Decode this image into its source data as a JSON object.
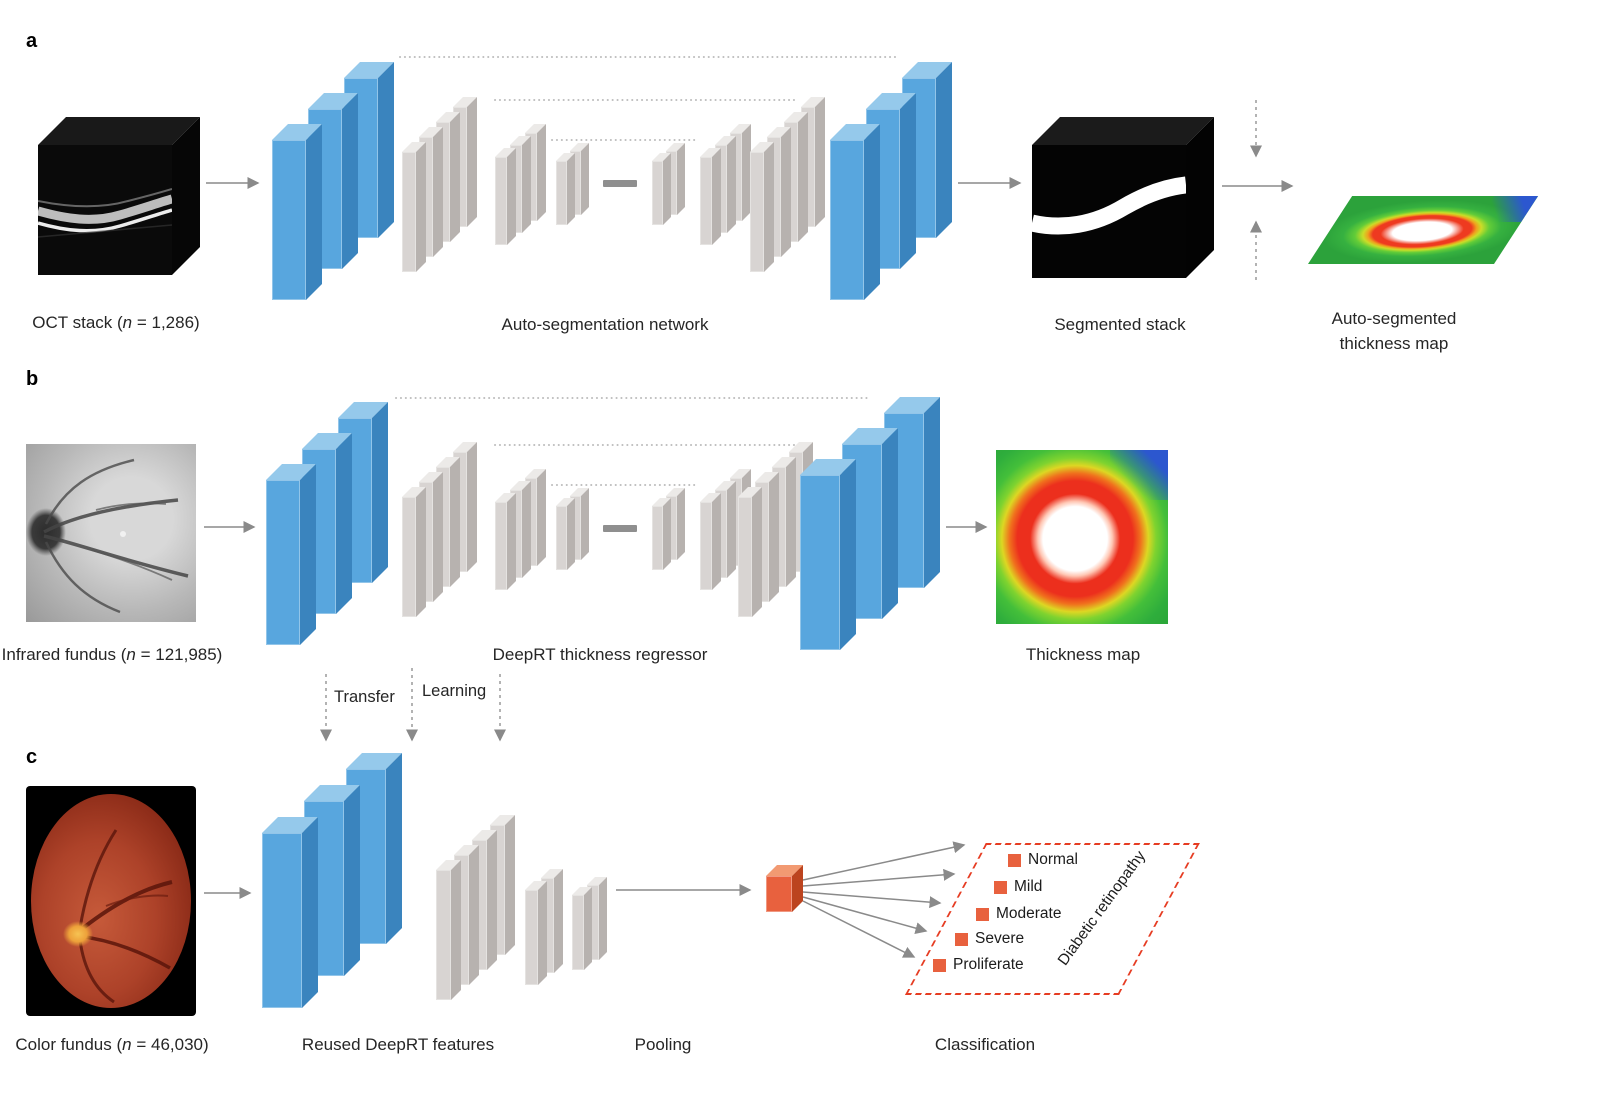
{
  "figure": {
    "panel_a": {
      "label": "a",
      "input_caption": {
        "prefix": "OCT stack (",
        "var": "n",
        "suffix": " = 1,286)"
      },
      "network_caption": "Auto-segmentation network",
      "output_caption": "Segmented stack",
      "map_caption": [
        "Auto-segmented",
        "thickness map"
      ]
    },
    "panel_b": {
      "label": "b",
      "input_caption": {
        "prefix": "Infrared fundus (",
        "var": "n",
        "suffix": " = 121,985)"
      },
      "network_caption": "DeepRT thickness regressor",
      "map_caption": "Thickness map",
      "transfer_label": "Transfer",
      "learning_label": "Learning"
    },
    "panel_c": {
      "label": "c",
      "input_caption": {
        "prefix": "Color fundus (",
        "var": "n",
        "suffix": " = 46,030)"
      },
      "features_caption": "Reused DeepRT features",
      "pooling_caption": "Pooling",
      "classification_caption": "Classification",
      "classes": [
        "Normal",
        "Mild",
        "Moderate",
        "Severe",
        "Proliferate"
      ],
      "category_label": "Diabetic retinopathy"
    },
    "colors": {
      "layer_blue": "#58a6de",
      "layer_gray": "#d8d4d2",
      "pooling_orange": "#e8613e",
      "classification_red": "#e63c22",
      "arrow_gray": "#8a8a8a"
    }
  }
}
